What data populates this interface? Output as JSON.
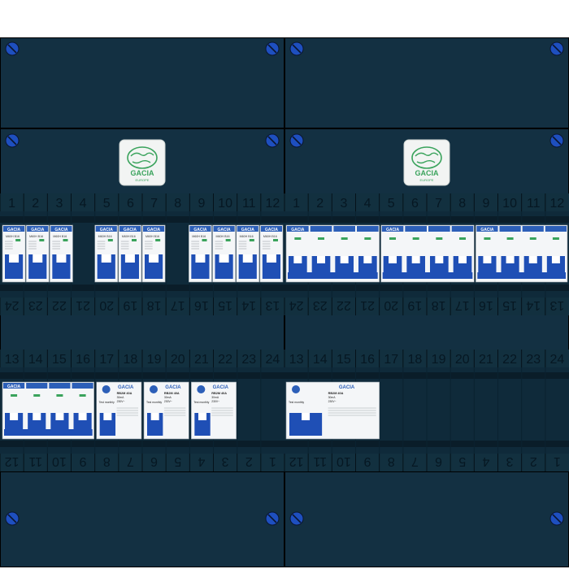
{
  "colors": {
    "panel": "#133042",
    "panel_dark": "#0c2433",
    "rail": "#0a1d29",
    "edge": "#000000",
    "screw": "#1e4fbf",
    "breaker_blue": "#1f4fb5",
    "breaker_white": "#f4f6f8",
    "logo_green": "#3aa35c",
    "numbers": "#0b1b26"
  },
  "brand": {
    "name": "GACIA",
    "sub": "EUROPE"
  },
  "top_numbers": [
    "1",
    "2",
    "3",
    "4",
    "5",
    "6",
    "7",
    "8",
    "9",
    "10",
    "11",
    "12"
  ],
  "row2_top_numbers": [
    "13",
    "14",
    "15",
    "16",
    "17",
    "18",
    "19",
    "20",
    "21",
    "22",
    "23",
    "24"
  ],
  "upper_bottom_numbers": [
    "24",
    "23",
    "22",
    "21",
    "20",
    "19",
    "18",
    "17",
    "16",
    "15",
    "14",
    "13"
  ],
  "lower_bottom_numbers": [
    "12",
    "11",
    "10",
    "9",
    "8",
    "7",
    "6",
    "5",
    "4",
    "3",
    "2",
    "1"
  ],
  "labels": {
    "mcb_model": "M60H",
    "mcb_rating": "B16",
    "rcd_model": "RB2M",
    "rcd_rating": "40A",
    "rcd_sens": "30mA",
    "rcd_voltage": "230V~",
    "rcd_test": "Test monthly"
  },
  "icons": [
    "screw-icon",
    "world-logo-icon",
    "test-button-icon"
  ]
}
